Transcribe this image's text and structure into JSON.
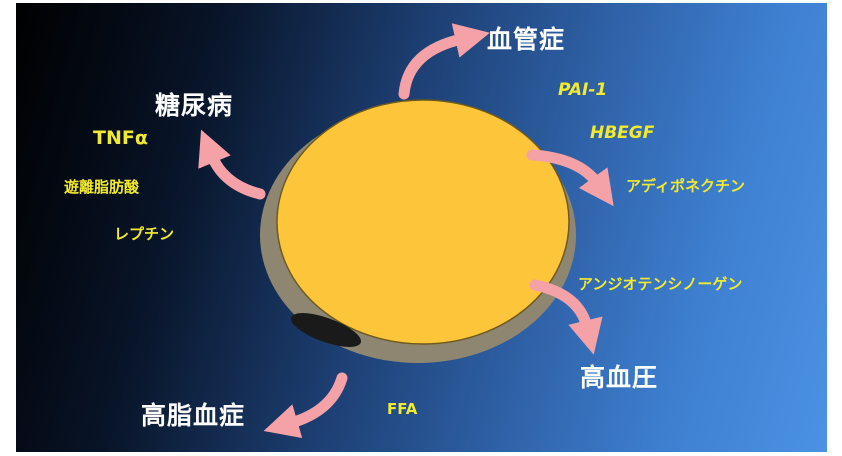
{
  "diseases": {
    "vascular": "血管症",
    "diabetes": "糖尿病",
    "hypertension": "高血圧",
    "hyperlipidemia": "高脂血症"
  },
  "factors": {
    "pai1": "PAI-1",
    "hbegf": "HBEGF",
    "adiponectin": "アディポネクチン",
    "tnf": "TNFα",
    "ffa_jp": "遊離脂肪酸",
    "leptin": "レプチン",
    "angiotensinogen": "アンジオテンシノーゲン",
    "ffa": "FFA"
  },
  "colors": {
    "cell_fill": "#fcc53a",
    "cell_rim": "#8f8672",
    "nucleus": "#1a1a1a",
    "arrow": "#f4a1a8",
    "factor_text": "#f2ea2e",
    "disease_text": "#ffffff"
  }
}
